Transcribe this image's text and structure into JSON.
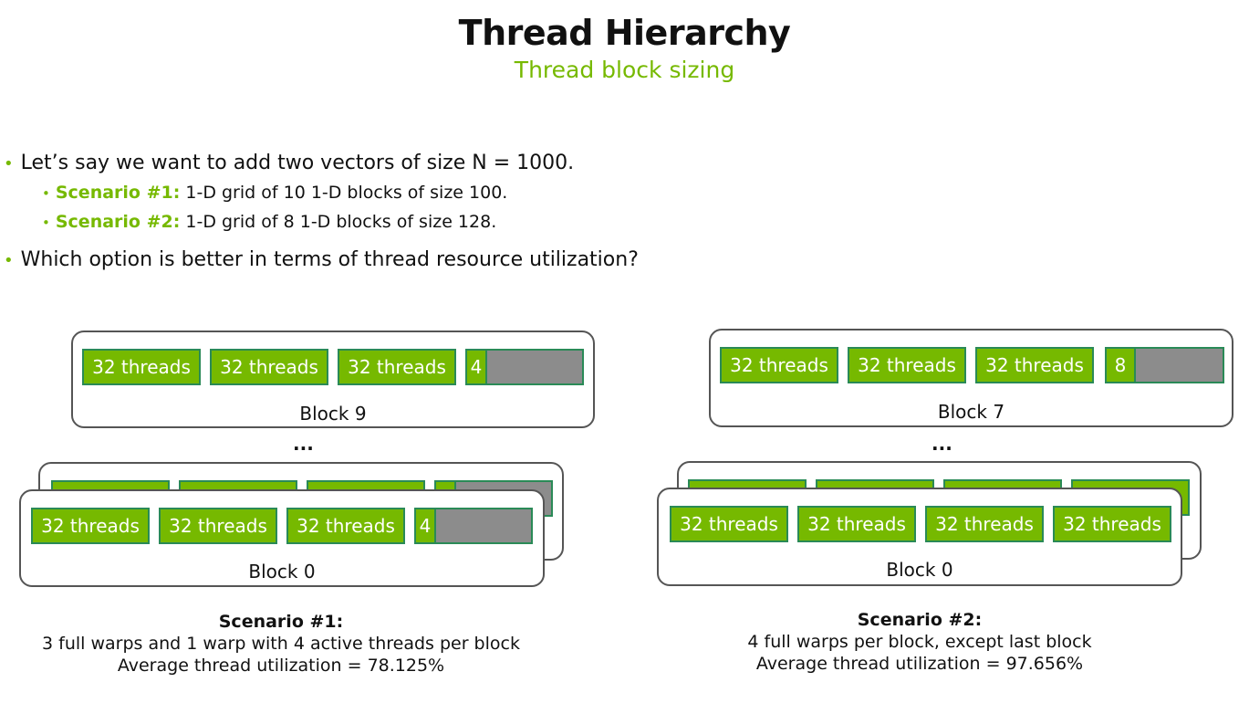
{
  "title": "Thread Hierarchy",
  "subtitle": "Thread block sizing",
  "bullets": {
    "main1": "Let’s say we want to add two vectors of size N = 1000.",
    "sub1_label": "Scenario #1:",
    "sub1_text": " 1-D grid of 10 1-D blocks of size 100.",
    "sub2_label": "Scenario #2:",
    "sub2_text": " 1-D grid of 8 1-D blocks of size 128.",
    "main2": "Which option is better in terms of thread resource utilization?"
  },
  "warp_label": "32 threads",
  "ellipsis": "...",
  "scenario1": {
    "top_block_label": "Block 9",
    "bottom_block_label": "Block 0",
    "partial_label": "4",
    "partial_active_threads": 4,
    "caption_title": "Scenario #1:",
    "caption_line1": "3 full warps and 1 warp with 4 active threads per block",
    "caption_line2": "Average thread utilization = 78.125%"
  },
  "scenario2": {
    "top_block_label": "Block 7",
    "bottom_block_label": "Block 0",
    "partial_label": "8",
    "partial_active_threads": 8,
    "caption_title": "Scenario #2:",
    "caption_line1": "4 full warps per block, except last block",
    "caption_line2": "Average thread utilization = 97.656%"
  },
  "colors": {
    "accent": "#76b900",
    "warp_border": "#2a8a57",
    "inactive": "#8c8c8c"
  }
}
